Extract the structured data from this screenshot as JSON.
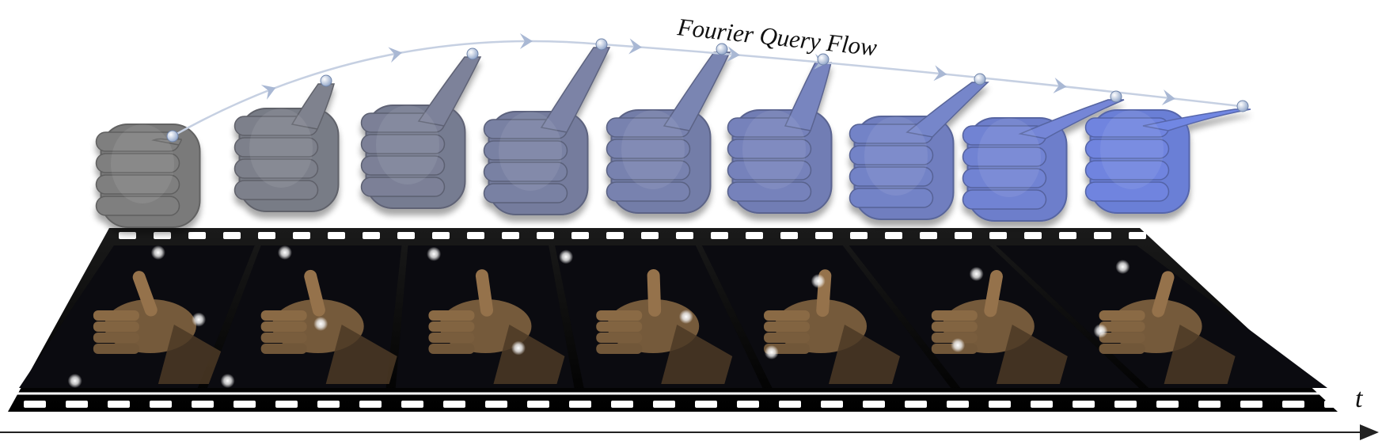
{
  "figure": {
    "flow_title": "Fourier Query Flow",
    "time_axis_label": "t",
    "hand_count": 9,
    "frame_count": 7,
    "colors": {
      "hand_start": "#7a7a7a",
      "hand_end": "#6b7fd6",
      "flow_arrow": "#a9b8d4",
      "film": "#000000",
      "sprocket": "#ffffff",
      "frame_bg": "#0b0b10",
      "skin": "#8a6a45"
    },
    "icons": [
      "3d-hand-mesh",
      "query-point",
      "film-strip",
      "video-frame",
      "time-arrow"
    ]
  }
}
